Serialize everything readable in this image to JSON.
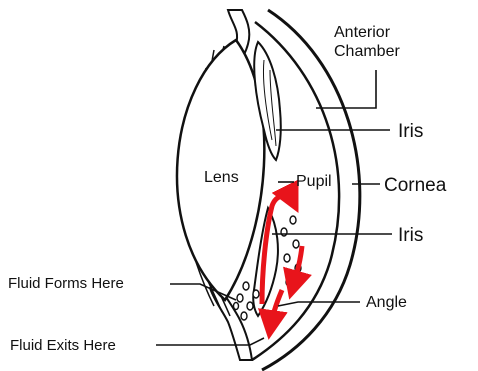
{
  "diagram": {
    "labels": {
      "anterior_chamber_line1": "Anterior",
      "anterior_chamber_line2": "Chamber",
      "iris_upper": "Iris",
      "lens": "Lens",
      "pupil": "Pupil",
      "cornea": "Cornea",
      "iris_lower": "Iris",
      "fluid_forms": "Fluid Forms Here",
      "angle": "Angle",
      "fluid_exits": "Fluid Exits Here"
    },
    "colors": {
      "ink": "#111111",
      "flow_arrow": "#e8141b",
      "background": "#ffffff"
    }
  }
}
